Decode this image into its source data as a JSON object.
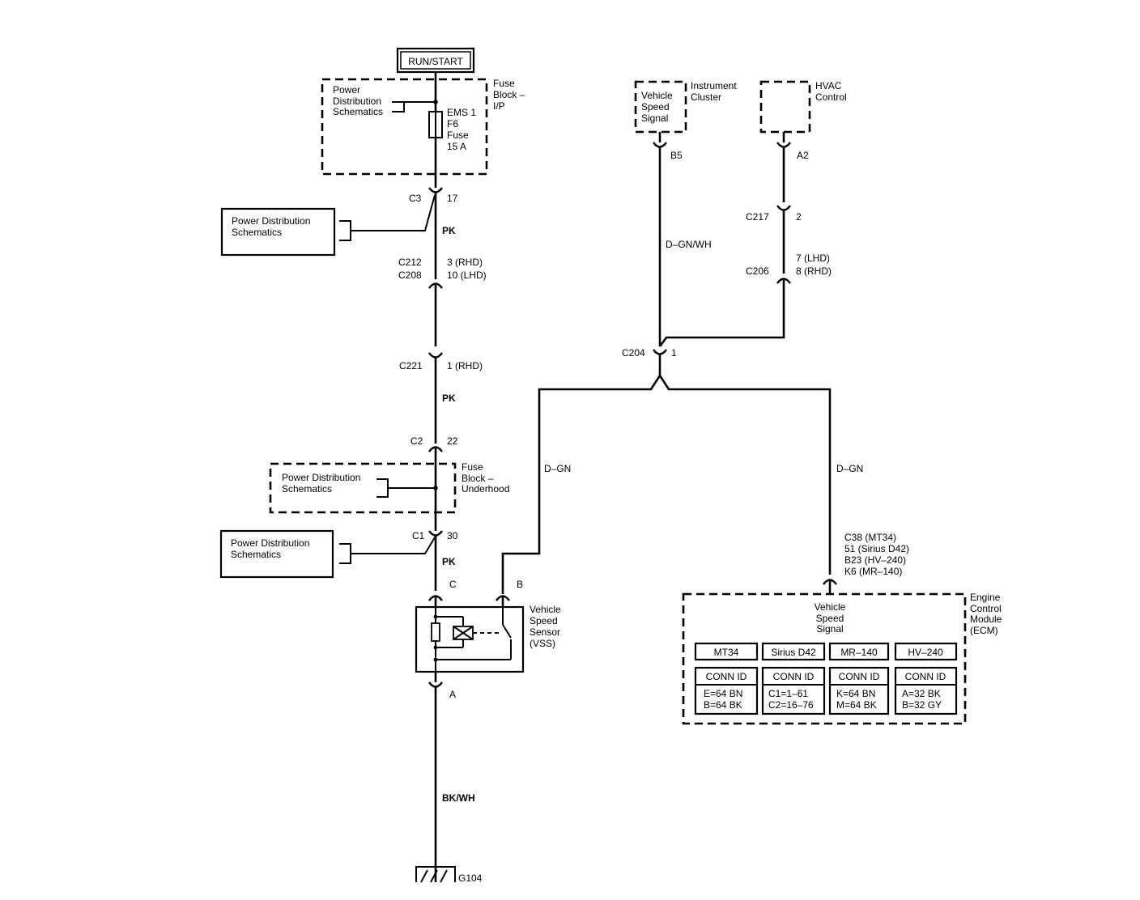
{
  "run_start": "RUN/START",
  "fuse_block_ip": {
    "title": [
      "Fuse",
      "Block –",
      "I/P"
    ],
    "pds": [
      "Power",
      "Distribution",
      "Schematics"
    ],
    "fuse": [
      "EMS 1",
      "F6",
      "Fuse",
      "15 A"
    ]
  },
  "c3": {
    "name": "C3",
    "pin": "17"
  },
  "pds_c3": [
    "Power Distribution",
    "Schematics"
  ],
  "pk1": "PK",
  "c212": {
    "name": "C212",
    "pin": "3 (RHD)"
  },
  "c208": {
    "name": "C208",
    "pin": "10 (LHD)"
  },
  "c221": {
    "name": "C221",
    "pin": "1 (RHD)"
  },
  "pk2": "PK",
  "c2": {
    "name": "C2",
    "pin": "22"
  },
  "fuse_block_uh": {
    "title": [
      "Fuse",
      "Block –",
      "Underhood"
    ],
    "pds": [
      "Power Distribution",
      "Schematics"
    ]
  },
  "c1": {
    "name": "C1",
    "pin": "30"
  },
  "pds_c1": [
    "Power Distribution",
    "Schematics"
  ],
  "pk3": "PK",
  "vss": {
    "pin_c": "C",
    "pin_b": "B",
    "pin_a": "A",
    "label": [
      "Vehicle",
      "Speed",
      "Sensor",
      "(VSS)"
    ]
  },
  "bkwh": "BK/WH",
  "ground": "G104",
  "instrument_cluster": {
    "box": [
      "Vehicle",
      "Speed",
      "Signal"
    ],
    "title": [
      "Instrument",
      "Cluster"
    ],
    "pin": "B5",
    "wire": "D–GN/WH"
  },
  "hvac": {
    "title": [
      "HVAC",
      "Control"
    ],
    "pin": "A2"
  },
  "c217": {
    "name": "C217",
    "pin": "2"
  },
  "c206": {
    "name": "C206",
    "pin_lhd": "7 (LHD)",
    "pin_rhd": "8 (RHD)"
  },
  "c204": {
    "name": "C204",
    "pin": "1"
  },
  "dgn_left": "D–GN",
  "dgn_right": "D–GN",
  "ecm_pins": [
    "C38 (MT34)",
    "51 (Sirius D42)",
    "B23 (HV–240)",
    "K6 (MR–140)"
  ],
  "ecm": {
    "title": [
      "Engine",
      "Control",
      "Module",
      "(ECM)"
    ],
    "signal": [
      "Vehicle",
      "Speed",
      "Signal"
    ],
    "variants": [
      {
        "name": "MT34",
        "conn": "CONN ID",
        "lines": [
          "E=64 BN",
          "B=64 BK"
        ]
      },
      {
        "name": "Sirius D42",
        "conn": "CONN ID",
        "lines": [
          "C1=1–61",
          "C2=16–76"
        ]
      },
      {
        "name": "MR–140",
        "conn": "CONN ID",
        "lines": [
          "K=64 BN",
          "M=64 BK"
        ]
      },
      {
        "name": "HV–240",
        "conn": "CONN ID",
        "lines": [
          "A=32 BK",
          "B=32 GY"
        ]
      }
    ]
  }
}
